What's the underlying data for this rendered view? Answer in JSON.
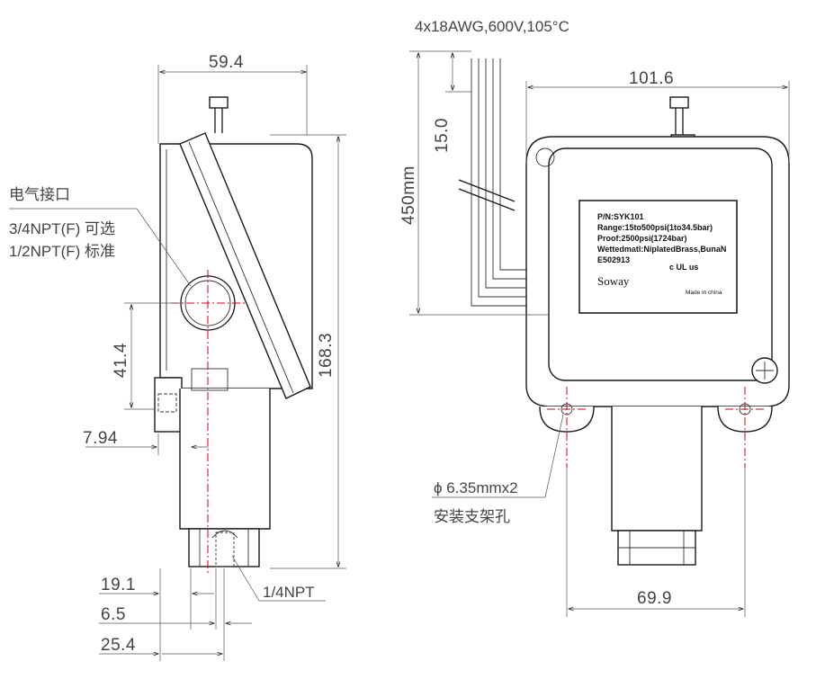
{
  "wire_spec": "4x18AWG,600V,105°C",
  "side_view": {
    "width": "59.4",
    "height": "168.3",
    "conduit_offset": "41.4",
    "wall": "7.94",
    "port_dims": [
      "19.1",
      "6.5",
      "25.4"
    ],
    "conduit_label": "电气接口",
    "conduit_option_optional": "3/4NPT(F) 可选",
    "conduit_option_standard": "1/2NPT(F) 标准",
    "port_label": "1/4NPT"
  },
  "front_view": {
    "width": "101.6",
    "lead_length": "450mm",
    "strip_length": "15.0",
    "mount_spacing": "69.9",
    "hole_label": "ϕ 6.35mmx2",
    "hole_desc": "安装支架孔"
  },
  "nameplate": {
    "pn": "P/N:SYK101",
    "range": "Range:15to500psi(1to34.5bar)",
    "proof": "Proof:2500psi(1724bar)",
    "wetted": "Wettedmatl:NiplatedBrass,BunaN",
    "cert": "E502913",
    "brand": "Soway",
    "ul_mark": "c UL us",
    "origin": "Made in china"
  }
}
